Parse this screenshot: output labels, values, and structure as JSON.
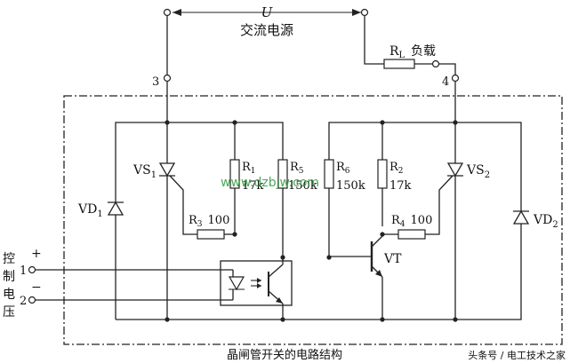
{
  "labels": {
    "u": "U",
    "ac_source": "交流电源",
    "rl": "R",
    "rl_sub": "L",
    "load": "负载",
    "t3": "3",
    "t4": "4",
    "t1": "1",
    "t2": "2",
    "plus": "+",
    "minus": "−",
    "control": [
      "控",
      "制",
      "电",
      "压"
    ],
    "vs1": "VS",
    "vs1_sub": "1",
    "vs2": "VS",
    "vs2_sub": "2",
    "vd1": "VD",
    "vd1_sub": "1",
    "vd2": "VD",
    "vd2_sub": "2",
    "r1": "R",
    "r1_sub": "1",
    "r1_val": "17k",
    "r5": "R",
    "r5_sub": "5",
    "r5_val": "150k",
    "r6": "R",
    "r6_sub": "6",
    "r6_val": "150k",
    "r2": "R",
    "r2_sub": "2",
    "r2_val": "17k",
    "r3": "R",
    "r3_sub": "3",
    "r3_val": "100",
    "r4": "R",
    "r4_sub": "4",
    "r4_val": "100",
    "vt": "VT",
    "caption": "晶闸管开关的电路结构",
    "watermark": "www.dzbjw.com",
    "credit": "头条号 / 电工技术之家"
  }
}
